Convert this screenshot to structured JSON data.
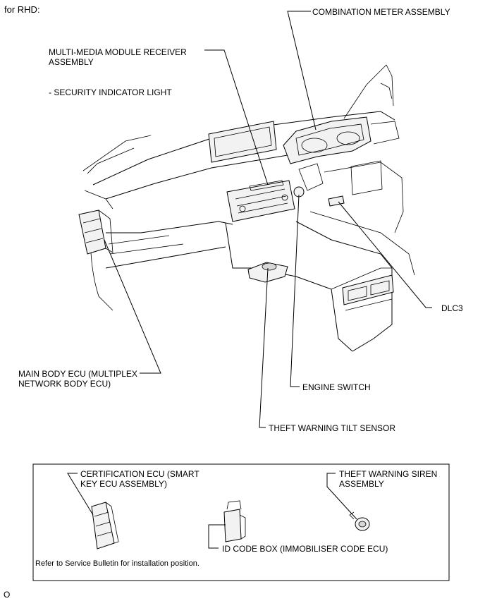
{
  "header": {
    "variant": "for RHD:"
  },
  "labels": {
    "combination_meter": "COMBINATION METER ASSEMBLY",
    "multimedia_line1": "MULTI-MEDIA MODULE RECEIVER",
    "multimedia_line2": "ASSEMBLY",
    "security_light": "- SECURITY INDICATOR LIGHT",
    "dlc3": "DLC3",
    "main_body_line1": "MAIN BODY ECU (MULTIPLEX",
    "main_body_line2": "NETWORK BODY ECU)",
    "engine_switch": "ENGINE SWITCH",
    "tilt_sensor": "THEFT WARNING TILT SENSOR"
  },
  "inset": {
    "certification_line1": "CERTIFICATION ECU (SMART",
    "certification_line2": "KEY ECU ASSEMBLY)",
    "siren_line1": "THEFT WARNING SIREN",
    "siren_line2": "ASSEMBLY",
    "id_code_box": "ID CODE BOX (IMMOBILISER CODE ECU)",
    "note": "Refer to Service Bulletin for installation position."
  },
  "footer": {
    "figure_id": "O"
  }
}
